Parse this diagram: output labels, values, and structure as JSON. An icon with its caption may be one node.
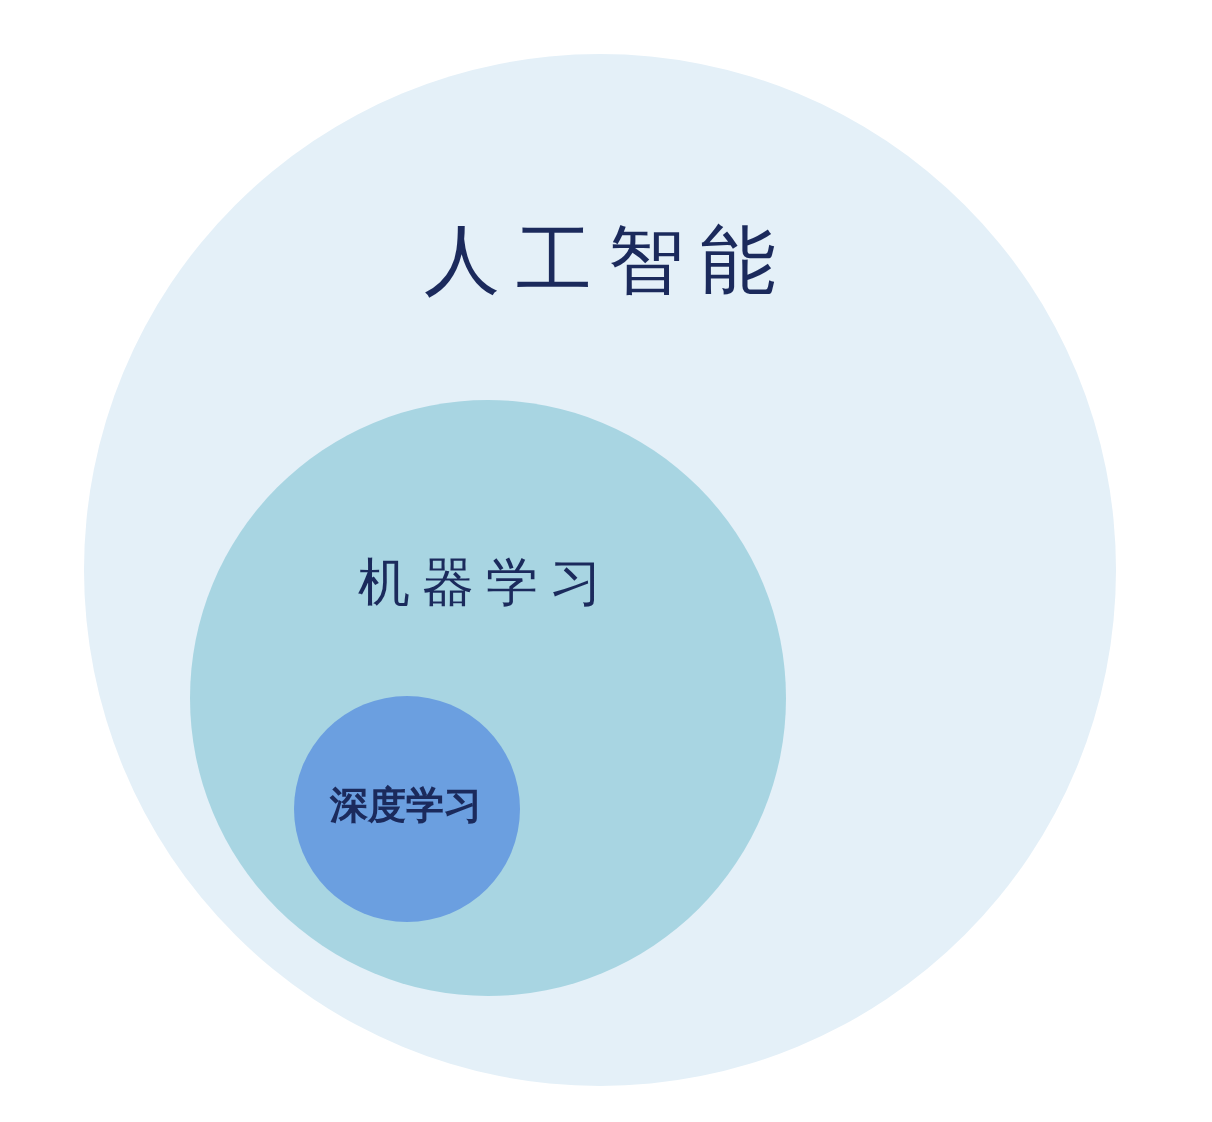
{
  "diagram": {
    "nodes": [
      {
        "text": [
          "人工智能"
        ]
      },
      {
        "text": [
          "机器学习"
        ],
        "in": 0
      },
      {
        "text": [
          "深度学习"
        ],
        "in": 1
      }
    ]
  }
}
